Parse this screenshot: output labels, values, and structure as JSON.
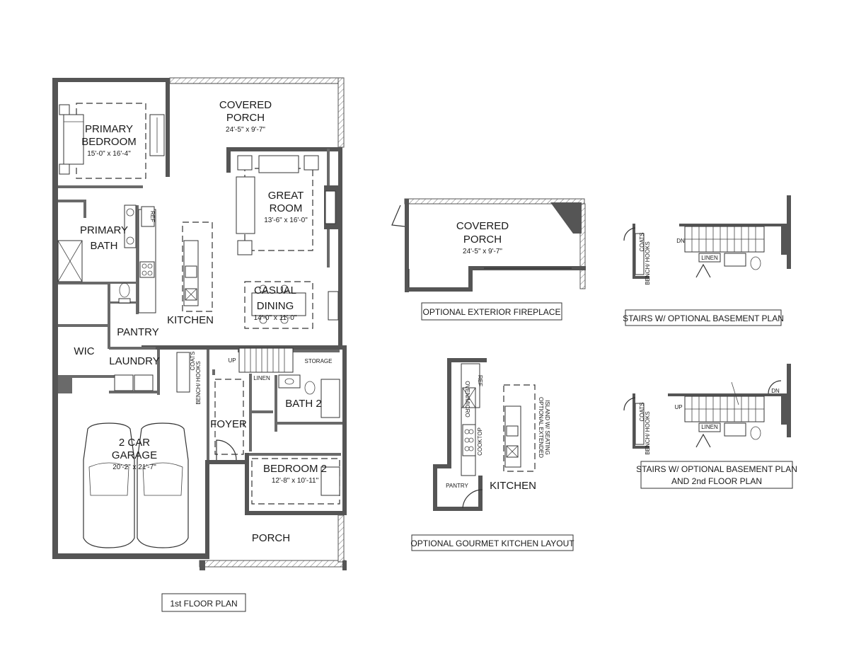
{
  "main_plan": {
    "title": "1st FLOOR PLAN",
    "rooms": {
      "covered_porch": {
        "name_line1": "COVERED",
        "name_line2": "PORCH",
        "dims": "24'-5\" x 9'-7\""
      },
      "primary_bedroom": {
        "name_line1": "PRIMARY",
        "name_line2": "BEDROOM",
        "dims": "15'-0\" x 16'-4\""
      },
      "great_room": {
        "name_line1": "GREAT",
        "name_line2": "ROOM",
        "dims": "13'-6\" x 16'-0\""
      },
      "primary_bath": {
        "name_line1": "PRIMARY",
        "name_line2": "BATH"
      },
      "kitchen": {
        "name": "KITCHEN"
      },
      "casual_dining": {
        "name_line1": "CASUAL",
        "name_line2": "DINING",
        "dims": "14'-0\" x 11'-0\""
      },
      "pantry": {
        "name": "PANTRY"
      },
      "wic": {
        "name": "WIC"
      },
      "laundry": {
        "name": "LAUNDRY"
      },
      "garage": {
        "name_line1": "2 CAR",
        "name_line2": "GARAGE",
        "dims": "20'-2\" x 21'-7\""
      },
      "foyer": {
        "name": "FOYER"
      },
      "bath2": {
        "name": "BATH 2"
      },
      "bedroom2": {
        "name": "BEDROOM 2",
        "dims": "12'-8\" x 10'-11\""
      },
      "porch": {
        "name": "PORCH"
      }
    },
    "small_labels": {
      "ref": "REF",
      "up": "UP",
      "storage": "STORAGE",
      "linen": "LINEN",
      "coats": "COATS",
      "bench_hooks": "BENCH/ HOOKS"
    }
  },
  "option_fireplace": {
    "caption": "OPTIONAL  EXTERIOR FIREPLACE",
    "name_line1": "COVERED",
    "name_line2": "PORCH",
    "dims": "24'-5\" x 9'-7\""
  },
  "option_kitchen": {
    "caption": "OPTIONAL  GOURMET KITCHEN LAYOUT",
    "kitchen": "KITCHEN",
    "pantry": "PANTRY",
    "cooktop": "COOKTOP",
    "ref": "REF",
    "wall_oven_micro": "OVEN/MICRO",
    "island_line1": "OPTIONAL EXTENDED",
    "island_line2": "ISLAND W/ SEATING"
  },
  "option_stairs_basement": {
    "caption": "STAIRS W/ OPTIONAL BASEMENT PLAN",
    "dn": "DN",
    "linen": "LINEN",
    "coats": "COATS",
    "bench_hooks": "BENCH/ HOOKS"
  },
  "option_stairs_basement_2nd": {
    "caption_line1": "STAIRS W/ OPTIONAL BASEMENT PLAN",
    "caption_line2": "AND 2nd FLOOR PLAN",
    "dn": "DN",
    "up": "UP",
    "linen": "LINEN",
    "coats": "COATS",
    "bench_hooks": "BENCH/ HOOKS"
  }
}
